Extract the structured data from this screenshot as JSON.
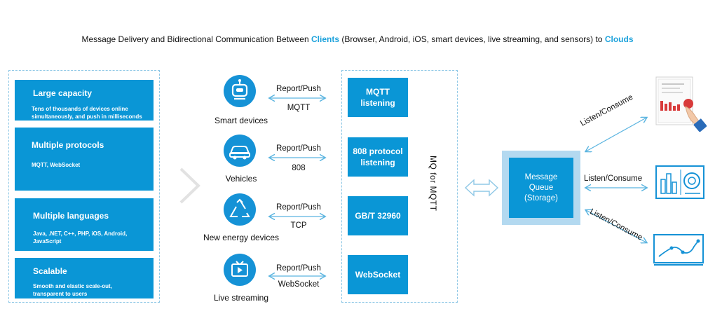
{
  "header": {
    "part1": "Message Delivery and Bidirectional Communication Between ",
    "clients": "Clients",
    "part2": " (Browser, Android, iOS, smart devices, live streaming, and sensors) to ",
    "clouds": "Clouds"
  },
  "features": [
    {
      "title": "Large capacity",
      "desc_line1": "Tens of thousands of devices online",
      "desc_line2": "simultaneously, and push in milliseconds"
    },
    {
      "title": "Multiple protocols",
      "desc_line1": "MQTT, WebSocket",
      "desc_line2": ""
    },
    {
      "title": "Multiple languages",
      "desc_line1": "Java, .NET, C++, PHP, iOS, Android,",
      "desc_line2": "JavaScript"
    },
    {
      "title": "Scalable",
      "desc_line1": "Smooth and elastic scale-out,",
      "desc_line2": "transparent to users"
    }
  ],
  "devices": [
    {
      "label": "Smart devices",
      "icon": "robot-icon",
      "action": "Report/Push",
      "protocol": "MQTT"
    },
    {
      "label": "Vehicles",
      "icon": "car-icon",
      "action": "Report/Push",
      "protocol": "808"
    },
    {
      "label": "New energy devices",
      "icon": "recycle-icon",
      "action": "Report/Push",
      "protocol": "TCP"
    },
    {
      "label": "Live streaming",
      "icon": "tv-play-icon",
      "action": "Report/Push",
      "protocol": "WebSocket"
    }
  ],
  "listeners": [
    {
      "line1": "MQTT",
      "line2": "listening"
    },
    {
      "line1": "808 protocol",
      "line2": "listening"
    },
    {
      "line1": "GB/T 32960",
      "line2": ""
    },
    {
      "line1": "WebSocket",
      "line2": ""
    }
  ],
  "mq_label": "MQ for MQTT",
  "queue": {
    "line1": "Message",
    "line2": "Queue",
    "line3": "(Storage)"
  },
  "consumers": [
    {
      "label": "Listen/Consume",
      "icon": "report-document-icon"
    },
    {
      "label": "Listen/Consume",
      "icon": "dashboard-chart-icon"
    },
    {
      "label": "Listen/Consume",
      "icon": "line-chart-monitor-icon"
    }
  ],
  "colors": {
    "accent": "#0a96d6",
    "light_accent": "#b3d9f0",
    "arrow": "#5ab4e0"
  }
}
